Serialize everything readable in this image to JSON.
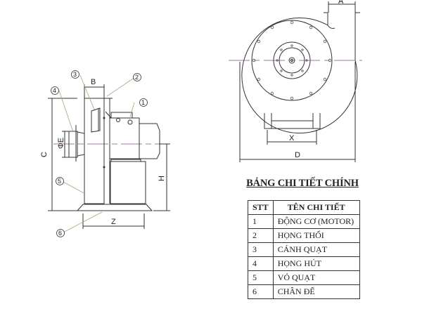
{
  "drawing": {
    "side_view": {
      "dimension_labels": {
        "B": "B",
        "C": "C",
        "E": "ΦE",
        "H": "H",
        "Z": "Z"
      },
      "callouts": [
        "①",
        "②",
        "③",
        "④",
        "⑤",
        "⑥"
      ]
    },
    "front_view": {
      "dimension_labels": {
        "A": "A",
        "X": "X",
        "D": "D"
      }
    },
    "colors": {
      "line": "#333333",
      "centerline": "#8a4a8a",
      "leader": "#8fb37a"
    }
  },
  "table": {
    "title": "BẢNG CHI TIẾT CHÍNH",
    "headers": [
      "STT",
      "TÊN CHI TIẾT"
    ],
    "rows": [
      {
        "stt": "1",
        "name": "ĐỘNG CƠ (MOTOR)"
      },
      {
        "stt": "2",
        "name": "HỌNG THỔI"
      },
      {
        "stt": "3",
        "name": "CÁNH QUẠT"
      },
      {
        "stt": "4",
        "name": "HỌNG HÚT"
      },
      {
        "stt": "5",
        "name": "VỎ QUẠT"
      },
      {
        "stt": "6",
        "name": "CHÂN ĐẾ"
      }
    ]
  }
}
